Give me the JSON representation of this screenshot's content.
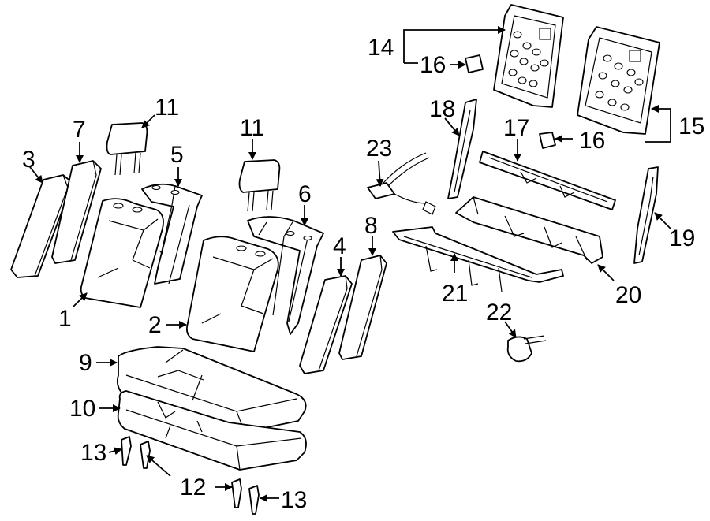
{
  "diagram": {
    "callouts": {
      "c1": "1",
      "c2": "2",
      "c3": "3",
      "c4": "4",
      "c5": "5",
      "c6": "6",
      "c7": "7",
      "c8": "8",
      "c9": "9",
      "c10": "10",
      "c11a": "11",
      "c11b": "11",
      "c12": "12",
      "c13a": "13",
      "c13b": "13",
      "c14": "14",
      "c15": "15",
      "c16a": "16",
      "c16b": "16",
      "c17": "17",
      "c18": "18",
      "c19": "19",
      "c20": "20",
      "c21": "21",
      "c22": "22",
      "c23": "23"
    },
    "colors": {
      "line": "#000000",
      "fill": "#ffffff"
    }
  }
}
